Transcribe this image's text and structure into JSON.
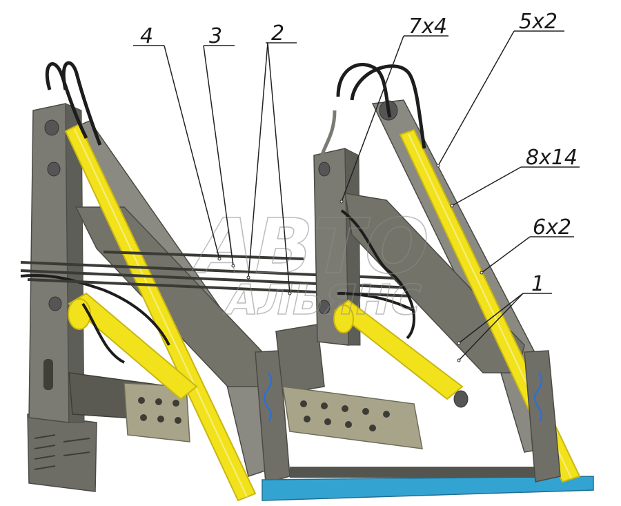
{
  "callouts": [
    {
      "id": "4",
      "label": "4"
    },
    {
      "id": "3",
      "label": "3"
    },
    {
      "id": "2",
      "label": "2"
    },
    {
      "id": "7x4",
      "label": "7x4"
    },
    {
      "id": "5x2",
      "label": "5x2"
    },
    {
      "id": "8x14",
      "label": "8x14"
    },
    {
      "id": "6x2",
      "label": "6x2"
    },
    {
      "id": "1",
      "label": "1"
    }
  ],
  "watermark": {
    "line1": "АВТО",
    "line2": "АЛЬЯНС"
  },
  "colors": {
    "background": "#ffffff",
    "frame": "#7b7b73",
    "frame_dark": "#55554f",
    "frame_light": "#9a9a90",
    "cylinder": "#f2e21c",
    "cylinder_shade": "#c9b612",
    "hose": "#1d1d1d",
    "plate": "#a7a48a",
    "bucket_edge": "#33a3d1",
    "leader": "#222222"
  }
}
